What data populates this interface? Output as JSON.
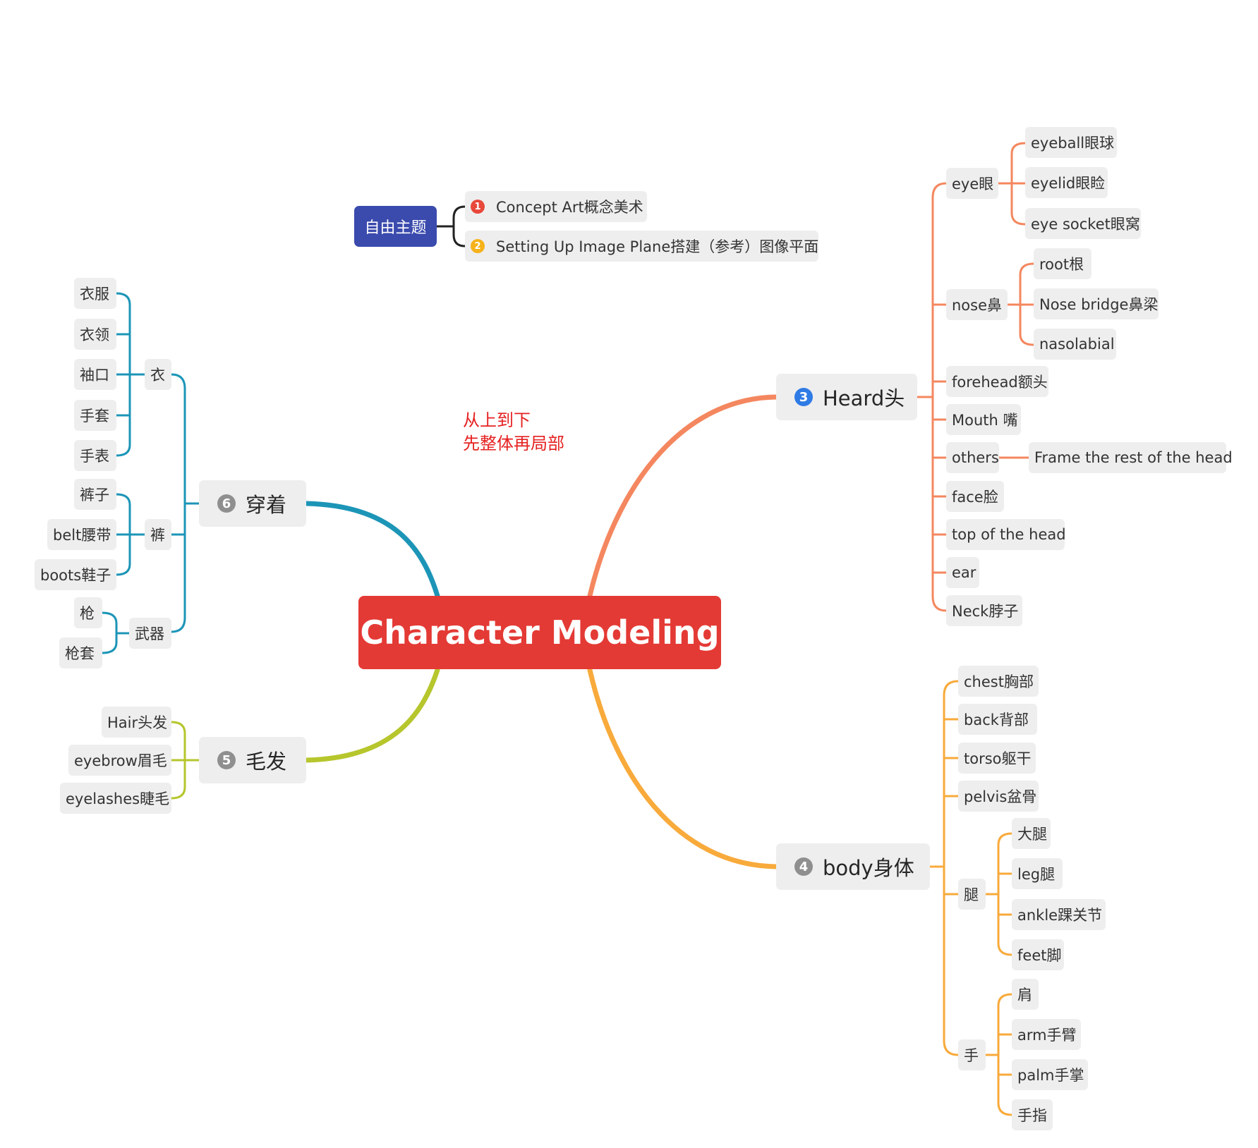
{
  "central": {
    "label": "Character Modeling"
  },
  "free_topic": {
    "label": "自由主题",
    "items": [
      {
        "badge": "1",
        "label": "Concept Art概念美术"
      },
      {
        "badge": "2",
        "label": "Setting Up Image Plane搭建（参考）图像平面"
      }
    ]
  },
  "note": {
    "line1": "从上到下",
    "line2": "先整体再局部"
  },
  "colors": {
    "central": "#e43a35",
    "free_topic": "#3a4aad",
    "head_branch": "#f4875f",
    "body_branch": "#f8aa3b",
    "clothing_branch": "#1c95b7",
    "hair_branch": "#b6c62c",
    "note": "#e62121"
  },
  "head": {
    "badge": "3",
    "label": "Heard头",
    "eye": {
      "label": "eye眼",
      "children": [
        "eyeball眼球",
        "eyelid眼睑",
        "eye socket眼窝"
      ]
    },
    "nose": {
      "label": "nose鼻",
      "children": [
        "root根",
        "Nose bridge鼻梁",
        "nasolabial"
      ]
    },
    "forehead": "forehead额头",
    "mouth": "Mouth 嘴",
    "others": {
      "label": "others",
      "children": [
        "Frame the rest of the head"
      ]
    },
    "face": "face脸",
    "top": "top of the head",
    "ear": "ear",
    "neck": "Neck脖子"
  },
  "body": {
    "badge": "4",
    "label": "body身体",
    "chest": "chest胸部",
    "back": "back背部",
    "torso": "torso躯干",
    "pelvis": "pelvis盆骨",
    "leg": {
      "label": "腿",
      "children": [
        "大腿",
        "leg腿",
        "ankle踝关节",
        "feet脚"
      ]
    },
    "hand": {
      "label": "手",
      "children": [
        "肩",
        "arm手臂",
        "palm手掌",
        "手指"
      ]
    }
  },
  "clothing": {
    "badge": "6",
    "label": "穿着",
    "top": {
      "label": "衣",
      "children": [
        "衣服",
        "衣领",
        "袖口",
        "手套",
        "手表"
      ]
    },
    "pants": {
      "label": "裤",
      "children": [
        "裤子",
        "belt腰带",
        "boots鞋子"
      ]
    },
    "weapon": {
      "label": "武器",
      "children": [
        "枪",
        "枪套"
      ]
    }
  },
  "hair": {
    "badge": "5",
    "label": "毛发",
    "children": [
      "Hair头发",
      "eyebrow眉毛",
      "eyelashes睫毛"
    ]
  }
}
